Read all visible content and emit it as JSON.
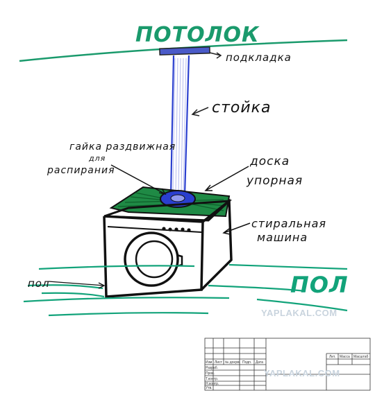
{
  "labels": {
    "ceiling": "ПОТОЛОК",
    "pad": "подкладка",
    "post": "стойка",
    "nut_line1": "гайка раздвижная",
    "nut_line2": "для",
    "nut_line3": "распирания",
    "board_line1": "доска",
    "board_line2": "упорная",
    "washer_line1": "стиральная",
    "washer_line2": "машина",
    "floor_small": "пол",
    "floor_big": "ПОЛ"
  },
  "watermark": {
    "text": "YAPLAKAL.COM"
  },
  "title_block": {
    "row_cells": [
      "Изм",
      "Лист",
      "№ докум.",
      "Подп.",
      "Дата"
    ],
    "left_rows": [
      "Разраб.",
      "Пров.",
      "Т.контр.",
      "Н.контр.",
      "Утв."
    ],
    "right_headers": [
      "Лит.",
      "Масса",
      "Масштаб"
    ]
  },
  "colors": {
    "ceiling_green": "#1a9a6c",
    "floor_green": "#12a37a",
    "post_blue": "#2a3fcf",
    "ink": "#111111",
    "board_green": "#1c7a3a"
  }
}
